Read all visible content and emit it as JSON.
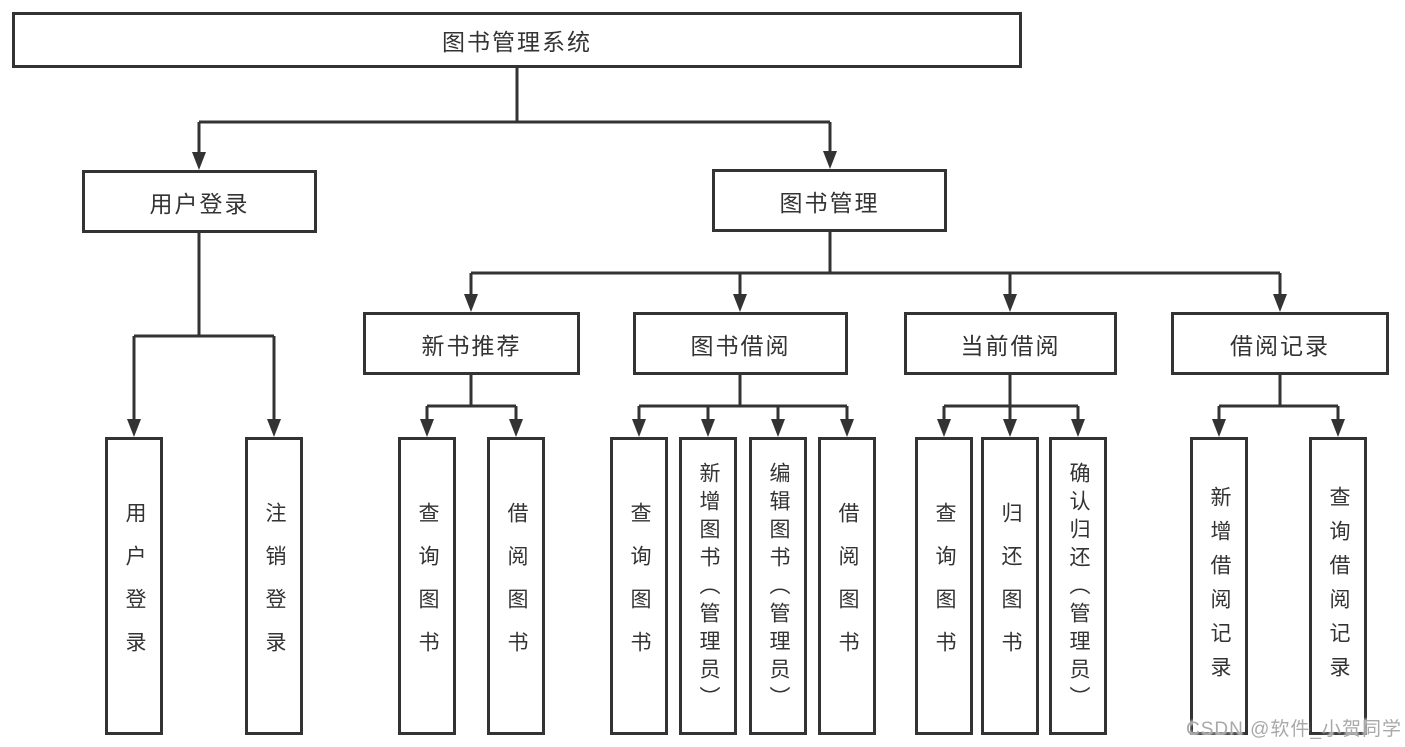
{
  "diagram": {
    "root": {
      "label": "图书管理系统"
    },
    "user_login": {
      "label": "用户登录"
    },
    "book_management": {
      "label": "图书管理"
    },
    "new_book_recommend": {
      "label": "新书推荐"
    },
    "book_borrowing": {
      "label": "图书借阅"
    },
    "current_borrowing": {
      "label": "当前借阅"
    },
    "borrowing_records": {
      "label": "借阅记录"
    },
    "leaves": {
      "login": "用户登录",
      "logout": "注销登录",
      "recommend_query": "查询图书",
      "recommend_borrow": "借阅图书",
      "borrowing_query": "查询图书",
      "borrowing_add": "新增图书（管理员）",
      "borrowing_edit": "编辑图书（管理员）",
      "borrowing_borrow": "借阅图书",
      "current_query": "查询图书",
      "current_return": "归还图书",
      "current_confirm_return": "确认归还（管理员）",
      "records_add": "新增借阅记录",
      "records_query": "查询借阅记录"
    }
  },
  "watermark": {
    "text": "CSDN @软件_小贺同学"
  },
  "colors": {
    "line": "#333333",
    "box_border": "#333333",
    "text": "#333333",
    "background": "#ffffff",
    "watermark": "#a9a9a9"
  }
}
